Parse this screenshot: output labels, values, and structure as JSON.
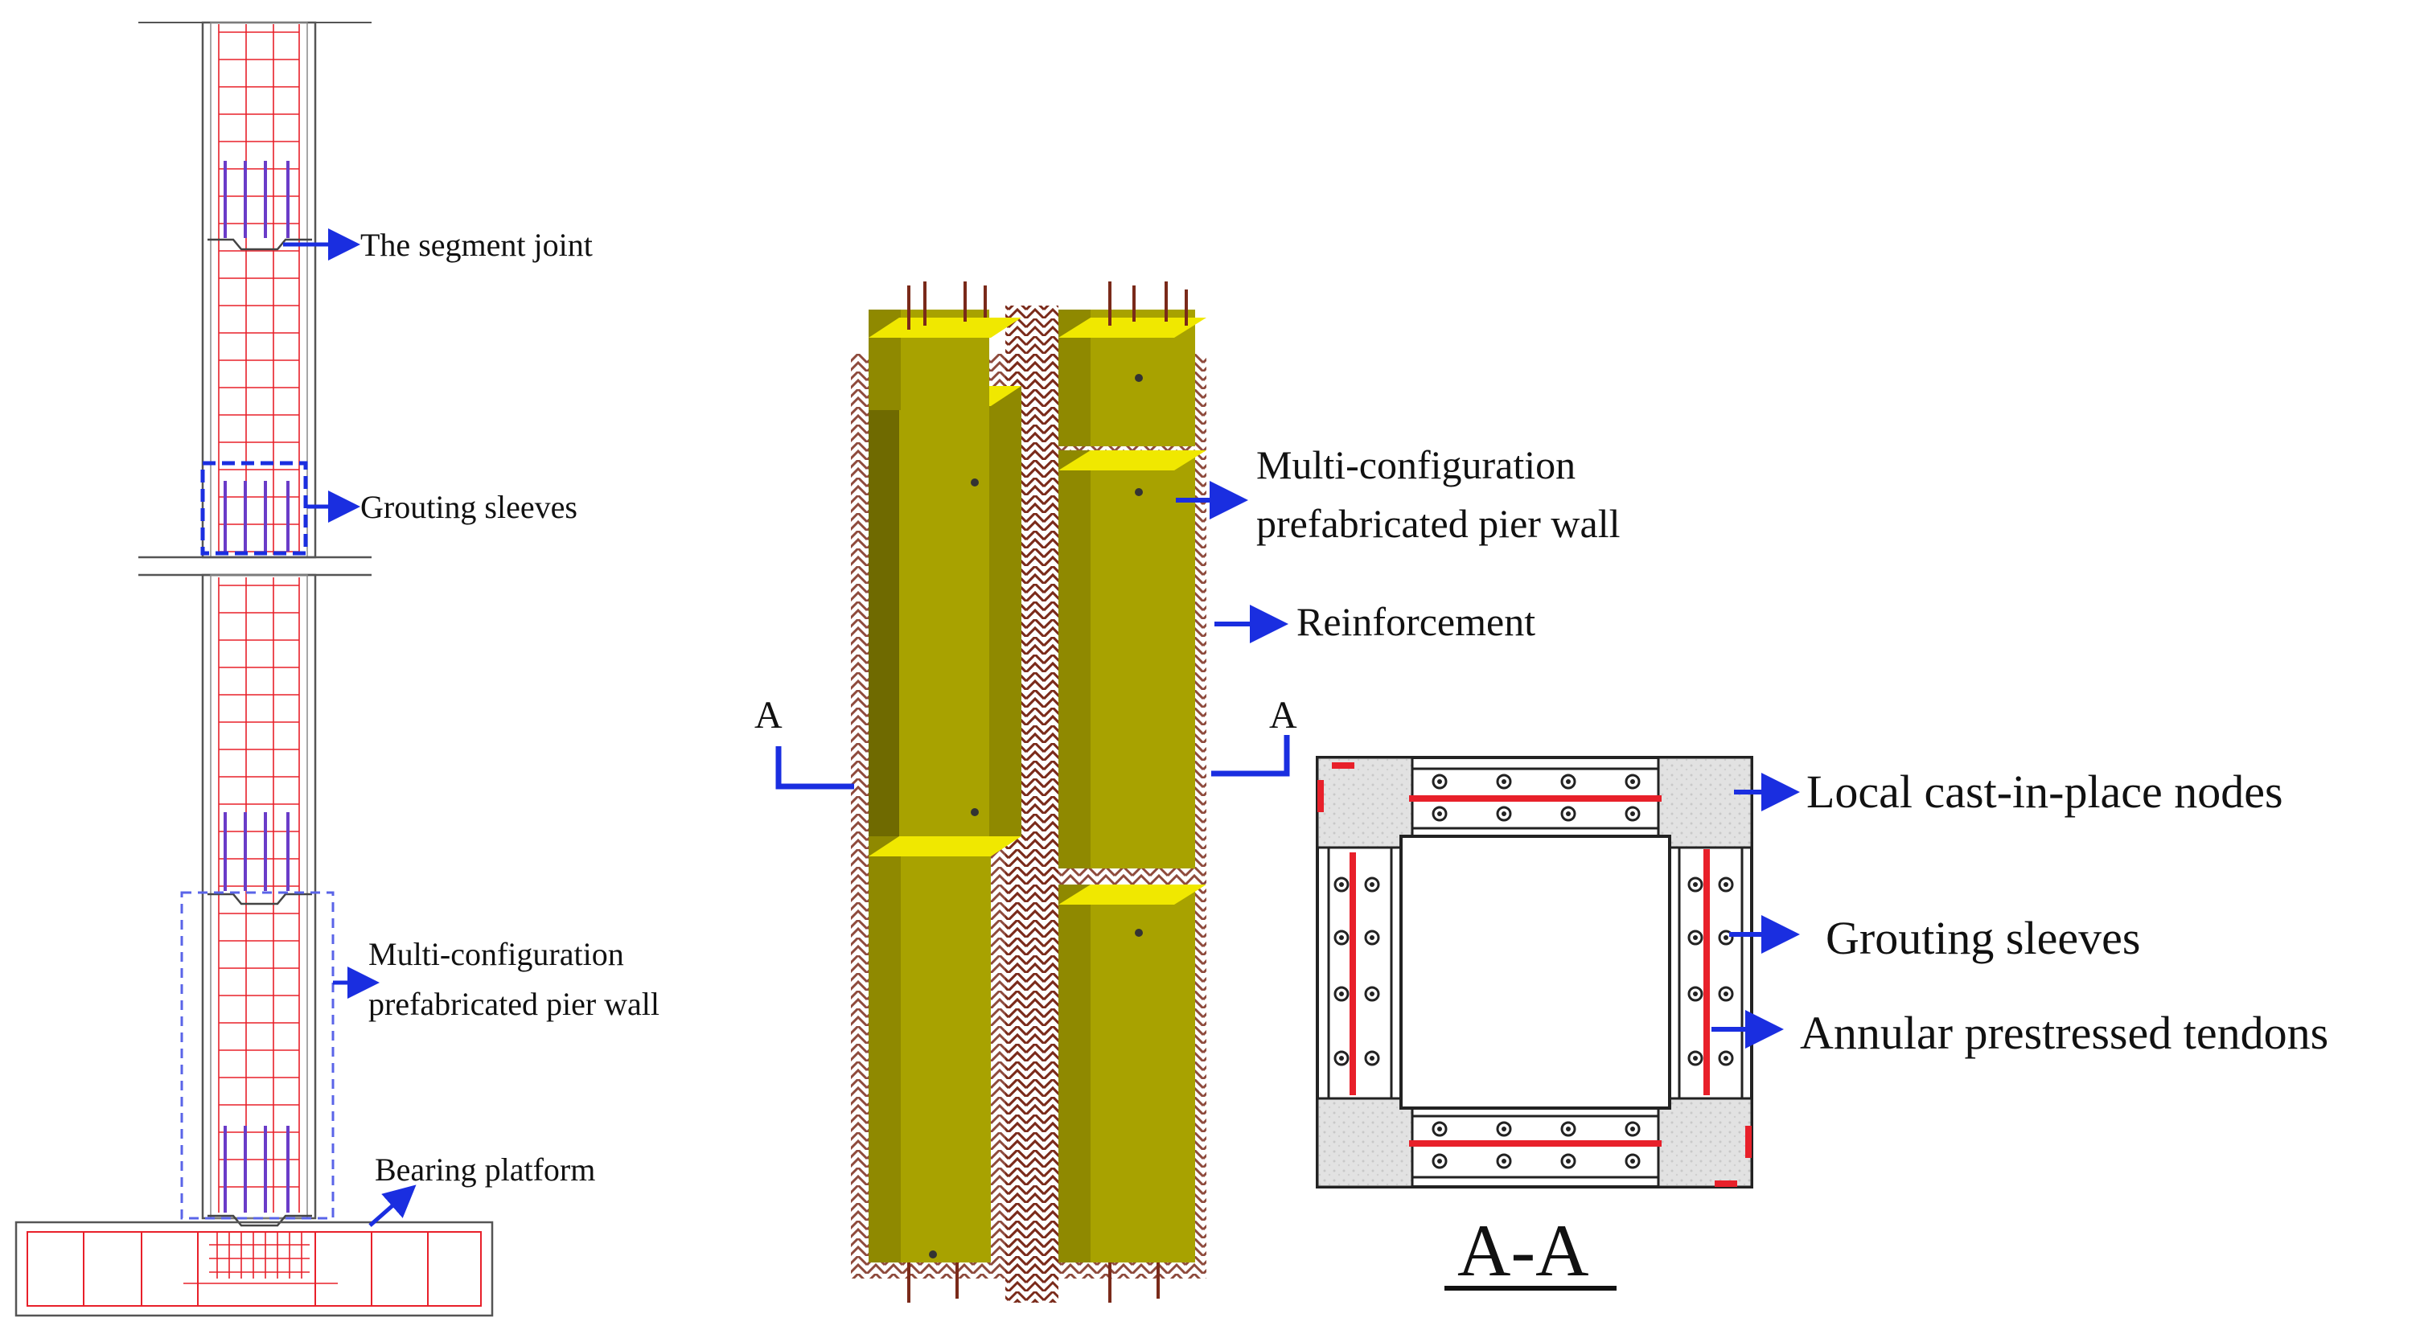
{
  "left_elevation": {
    "labels": {
      "segment_joint": "The segment joint",
      "grouting_sleeves": "Grouting sleeves",
      "pier_wall_line1": "Multi-configuration",
      "pier_wall_line2": "prefabricated pier wall",
      "bearing_platform": "Bearing platform"
    }
  },
  "model_3d": {
    "labels": {
      "pier_wall_line1": "Multi-configuration",
      "pier_wall_line2": "prefabricated pier wall",
      "reinforcement": "Reinforcement"
    },
    "section_marks": {
      "left": "A",
      "right": "A"
    }
  },
  "section_aa": {
    "title": "A-A",
    "labels": {
      "nodes": "Local cast-in-place nodes",
      "sleeves": "Grouting sleeves",
      "tendons": "Annular prestressed tendons"
    }
  },
  "colors": {
    "rebar_red": "#e8202a",
    "arrow_blue": "#1a2ee0",
    "sleeve_purple": "#6a3cc8",
    "concrete_yellow": "#a8a200",
    "concrete_top": "#f0e800",
    "rebar_brown": "#7a2a1a",
    "node_grey": "#d9d9d9"
  }
}
